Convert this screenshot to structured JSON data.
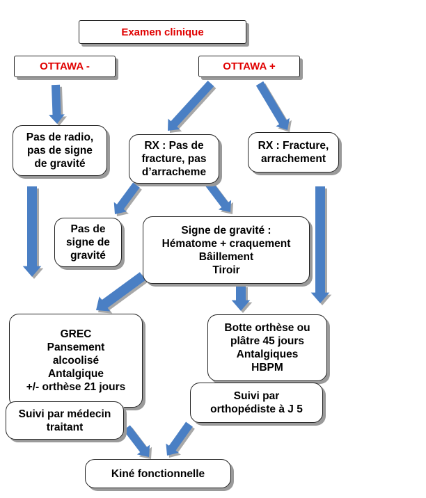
{
  "nodes": {
    "examen": "Examen clinique",
    "ottawa_neg": "OTTAWA -",
    "ottawa_pos": "OTTAWA +",
    "pas_radio": "Pas de radio,\npas de signe\nde gravité",
    "rx_pas_fracture": "RX : Pas de\nfracture, pas\nd’arracheme",
    "rx_fracture": "RX : Fracture,\narrachement",
    "pas_signe": "Pas de\nsigne de\ngravité",
    "signe_gravite": "Signe de gravité :\nHématome + craquement\nBâillement\nTiroir",
    "grec": "GREC\nPansement\nalcoolisé\nAntalgique\n+/- orthèse 21 jours",
    "botte": "Botte orthèse ou\nplâtre 45 jours\nAntalgiques\nHBPM",
    "suivi_medecin": "Suivi par médecin\ntraitant",
    "suivi_ortho": "Suivi par\northopédiste à J 5",
    "kine": "Kiné fonctionnelle"
  },
  "colors": {
    "arrow_fill": "#4a7fc4",
    "arrow_shadow": "#a8a8a8",
    "title_red": "#e00000"
  }
}
